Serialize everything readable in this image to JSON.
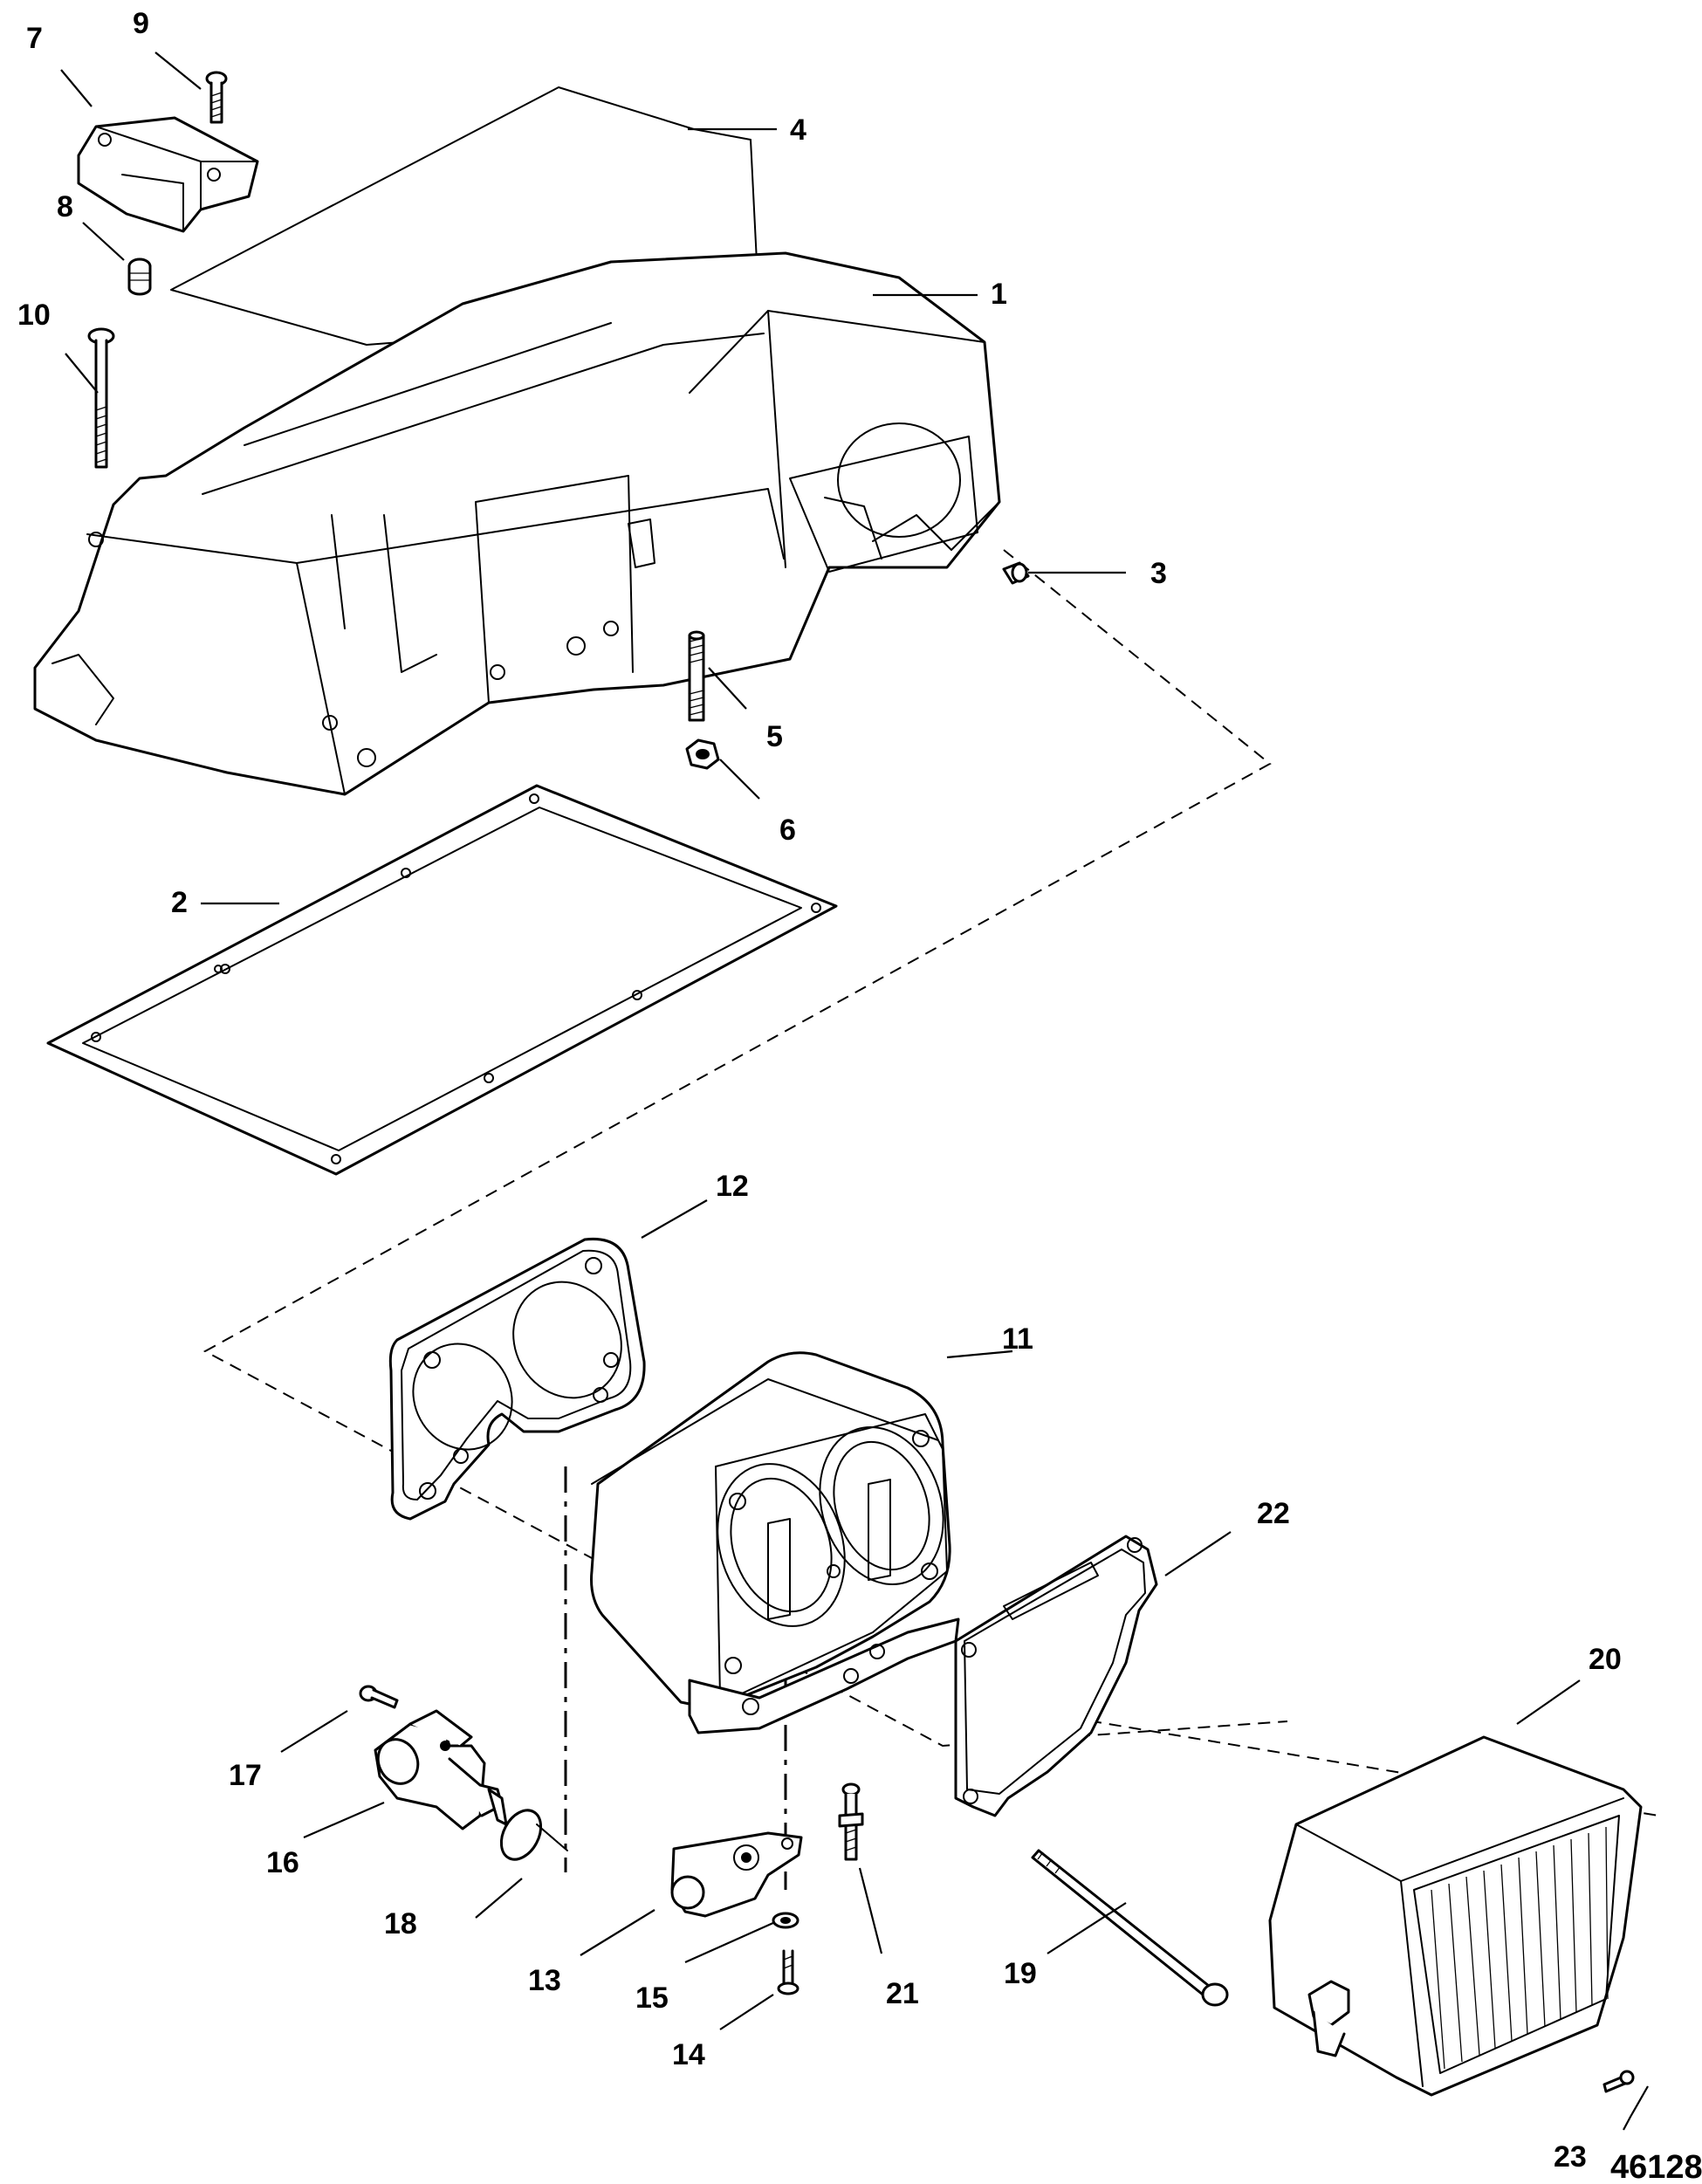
{
  "callouts": [
    {
      "id": "c1",
      "label": "1"
    },
    {
      "id": "c2",
      "label": "2"
    },
    {
      "id": "c3",
      "label": "3"
    },
    {
      "id": "c4",
      "label": "4"
    },
    {
      "id": "c5",
      "label": "5"
    },
    {
      "id": "c6",
      "label": "6"
    },
    {
      "id": "c7",
      "label": "7"
    },
    {
      "id": "c8",
      "label": "8"
    },
    {
      "id": "c9",
      "label": "9"
    },
    {
      "id": "c10",
      "label": "10"
    },
    {
      "id": "c11",
      "label": "11"
    },
    {
      "id": "c12",
      "label": "12"
    },
    {
      "id": "c13",
      "label": "13"
    },
    {
      "id": "c14",
      "label": "14"
    },
    {
      "id": "c15",
      "label": "15"
    },
    {
      "id": "c16",
      "label": "16"
    },
    {
      "id": "c17",
      "label": "17"
    },
    {
      "id": "c18",
      "label": "18"
    },
    {
      "id": "c19",
      "label": "19"
    },
    {
      "id": "c20",
      "label": "20"
    },
    {
      "id": "c21",
      "label": "21"
    },
    {
      "id": "c22",
      "label": "22"
    },
    {
      "id": "c23",
      "label": "23"
    }
  ],
  "figure_number": "46128"
}
